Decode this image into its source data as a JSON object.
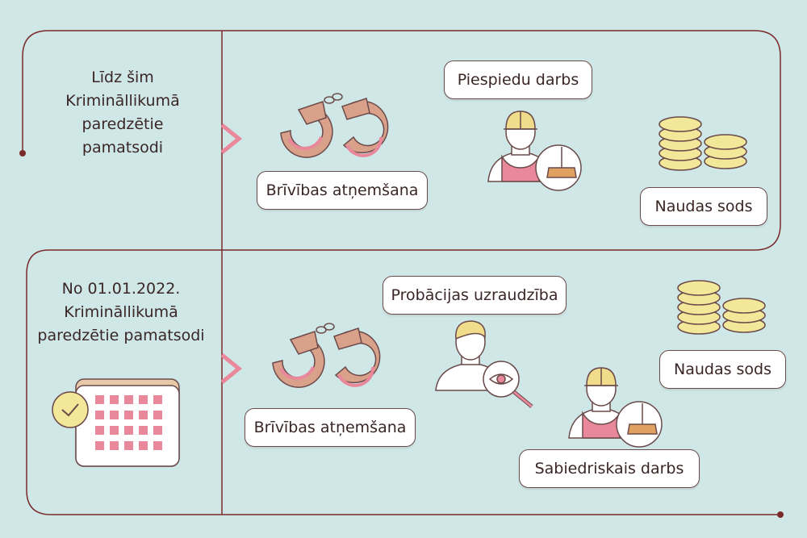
{
  "top_section": {
    "title_lines": [
      "Līdz šim",
      "Krimināllikumā",
      "paredzētie",
      "pamatsodi"
    ],
    "items": {
      "deprivation": "Brīvības atņemšana",
      "forced_labour": "Piespiedu darbs",
      "fine": "Naudas sods"
    }
  },
  "bottom_section": {
    "title_lines": [
      "No 01.01.2022.",
      "Krimināllikumā",
      "paredzētie pamatsodi"
    ],
    "items": {
      "deprivation": "Brīvības atņemšana",
      "probation": "Probācijas uzraudzība",
      "fine": "Naudas sods",
      "community_work": "Sabiedriskais darbs"
    }
  },
  "colors": {
    "background": "#cfe8e7",
    "line": "#7a2a2a",
    "handcuff": "#d9a08a",
    "accent_pink": "#e8889a",
    "coin": "#f3e79a",
    "cap": "#f1dc8c"
  }
}
